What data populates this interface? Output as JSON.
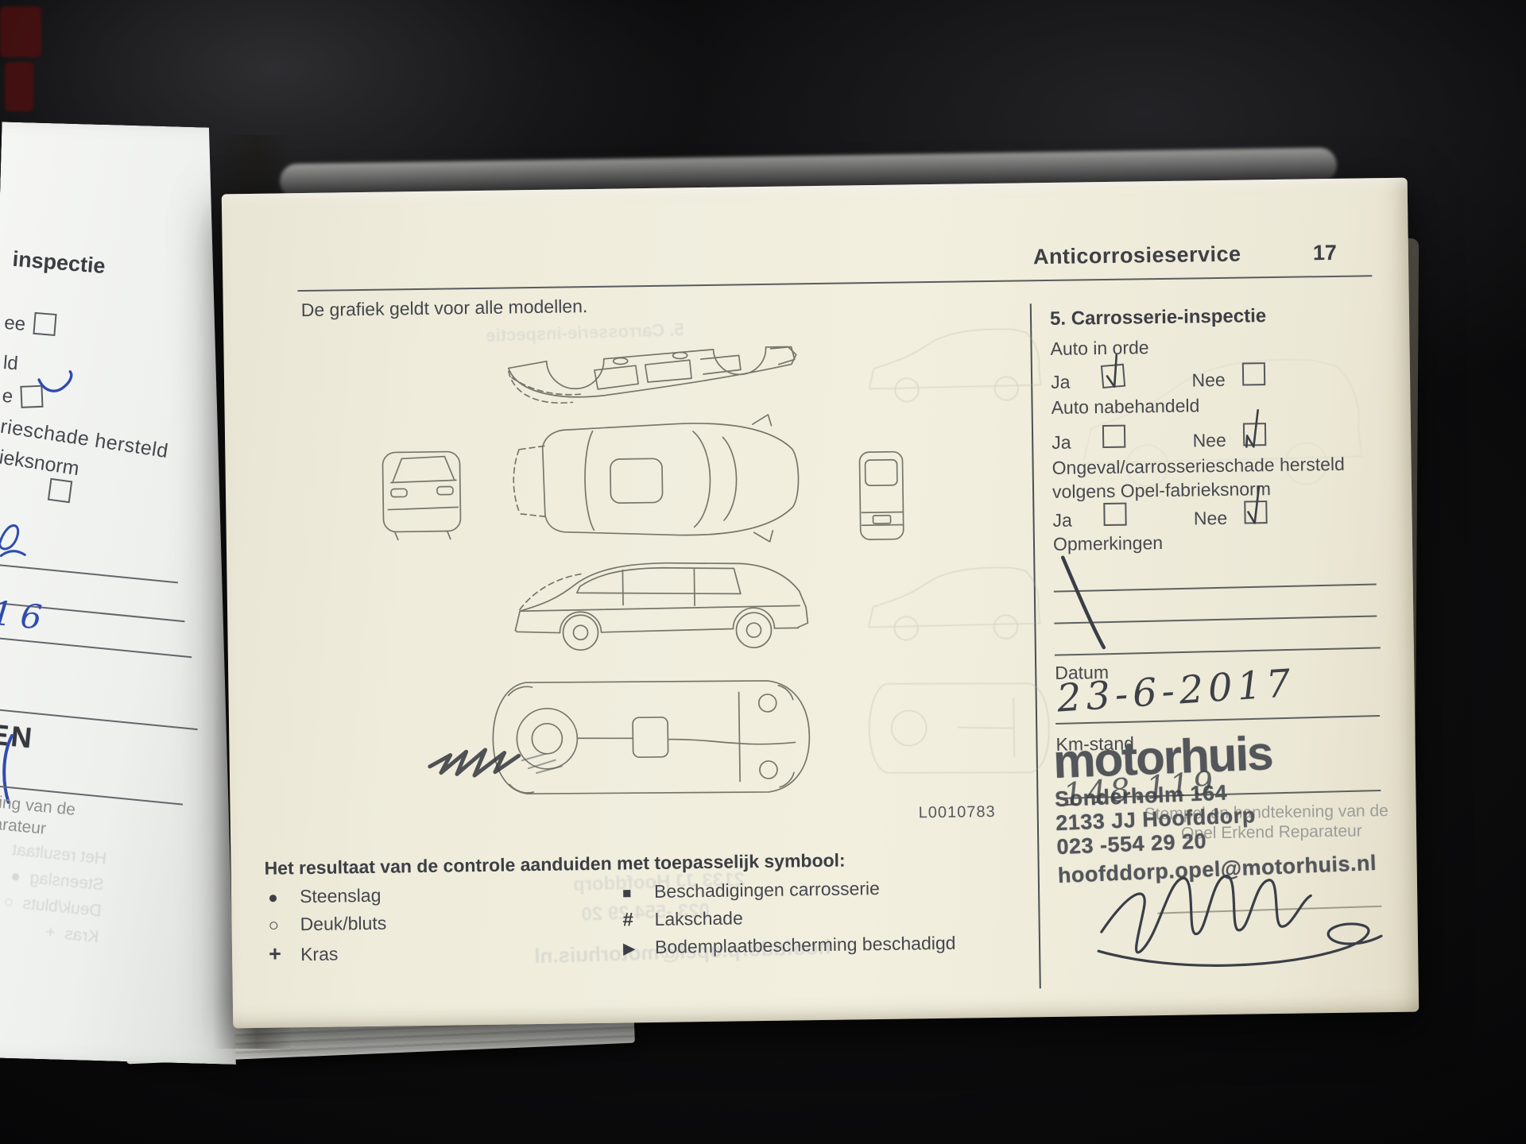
{
  "colors": {
    "page_cream": "#f0edde",
    "page_white": "#f3f4f2",
    "print_gray": "#46494e",
    "stamp_gray": "#53565b",
    "ink_dark": "#3a3e47",
    "ink_blue": "#2f4cae",
    "background_dark": "#0a0a0b"
  },
  "left_page": {
    "heading_fragment": "inspectie",
    "nee_fragment": "ee",
    "ld_fragment": "ld",
    "e_fragment": "e",
    "line1": "rieschade hersteld",
    "line2": "ieksnorm",
    "hand_blue_value": "16",
    "stamp_fragment": "EN",
    "caption1": "ning van de",
    "caption2": "parateur",
    "ghost_title": "Het resultaat",
    "ghost_items": [
      {
        "symbol": "●",
        "label": "Steenslag"
      },
      {
        "symbol": "○",
        "label": "Deuk/bluts"
      },
      {
        "symbol": "+",
        "label": "Kras"
      }
    ]
  },
  "right_page": {
    "header": {
      "title": "Anticorrosieservice",
      "page_number": "17"
    },
    "intro": "De grafiek geldt voor alle modellen.",
    "diagram_code": "L0010783",
    "form": {
      "section_title": "5. Carrosserie-inspectie",
      "ja_label": "Ja",
      "nee_label": "Nee",
      "questions": [
        {
          "label": "Auto in orde",
          "ja_checked": true,
          "nee_checked": false
        },
        {
          "label": "Auto nabehandeld",
          "ja_checked": false,
          "nee_checked": true
        },
        {
          "label": "Ongeval/carrosserieschade hersteld volgens Opel-fabrieksnorm",
          "ja_checked": false,
          "nee_checked": true
        }
      ],
      "opmerkingen_label": "Opmerkingen",
      "datum_label": "Datum",
      "datum_value": "23-6-2017",
      "km_label": "Km-stand",
      "km_value": "148.119"
    },
    "stamp": {
      "name": "motorhuis",
      "address": "Sonderholm 164",
      "city": "2133 JJ Hoofddorp",
      "phone": "023 -554 29 20",
      "email": "hoofddorp.opel@motorhuis.nl"
    },
    "stamp_caption": {
      "line1": "Stempel en handtekening van de",
      "line2": "Opel Erkend Reparateur"
    },
    "legend": {
      "title": "Het resultaat van de controle aanduiden met toepasselijk symbool:",
      "left": [
        {
          "symbol": "●",
          "label": "Steenslag"
        },
        {
          "symbol": "○",
          "label": "Deuk/bluts"
        },
        {
          "symbol": "+",
          "label": "Kras"
        }
      ],
      "right": [
        {
          "symbol": "■",
          "label": "Beschadigingen carrosserie"
        },
        {
          "symbol": "#",
          "label": "Lakschade"
        },
        {
          "symbol": "▶",
          "label": "Bodemplaatbescherming beschadigd"
        }
      ]
    }
  }
}
